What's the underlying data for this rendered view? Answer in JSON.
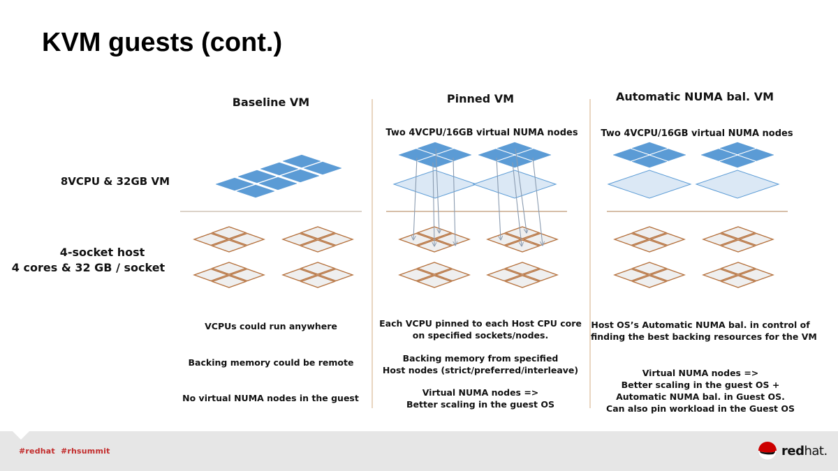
{
  "slide": {
    "title": "KVM guests (cont.)"
  },
  "row_labels": {
    "vm": "8VCPU & 32GB VM",
    "host_line1": "4-socket host",
    "host_line2": "4 cores & 32 GB / socket"
  },
  "columns": [
    {
      "heading": "Baseline VM",
      "subheading": "",
      "notes": [
        [
          "VCPUs could run anywhere"
        ],
        [
          "Backing memory could be remote"
        ],
        [
          "No virtual NUMA nodes in the guest"
        ]
      ]
    },
    {
      "heading": "Pinned VM",
      "subheading": "Two 4VCPU/16GB virtual NUMA nodes",
      "notes": [
        [
          "Each VCPU pinned to each Host CPU core",
          "on specified sockets/nodes."
        ],
        [
          "Backing memory from specified",
          "Host nodes (strict/preferred/interleave)"
        ],
        [
          "Virtual NUMA nodes =>",
          "Better scaling in the guest OS"
        ]
      ]
    },
    {
      "heading": "Automatic NUMA bal. VM",
      "subheading": "Two 4VCPU/16GB virtual NUMA nodes",
      "notes": [
        [
          "Host OS’s Automatic NUMA bal. in control of",
          "finding the best backing resources for the VM"
        ],
        [
          "Virtual NUMA nodes =>",
          "Better scaling in the guest OS +",
          "Automatic NUMA bal. in Guest OS.",
          "Can also pin workload in the Guest OS"
        ]
      ]
    }
  ],
  "footer": {
    "hashtags": "#redhat  #rhsummit",
    "logo_bold": "red",
    "logo_rest": "hat."
  },
  "icons": {
    "vcpu": "blue-diamond-icon",
    "numa_node": "light-blue-diamond-icon",
    "host_core": "tan-outline-diamond-icon",
    "logo": "redhat-shadowman-icon"
  },
  "colors": {
    "vcpu_fill": "#5b9bd5",
    "vcpu_stroke": "#4a86c0",
    "numa_fill": "#dbe8f5",
    "numa_stroke": "#5b9bd5",
    "core_fill": "#efefef",
    "core_stroke": "#b5713d",
    "divider": "#e2c7ac",
    "arrow": "#8a9bb0",
    "footer_bg": "#e6e6e6",
    "brand_red": "#cc0000"
  }
}
